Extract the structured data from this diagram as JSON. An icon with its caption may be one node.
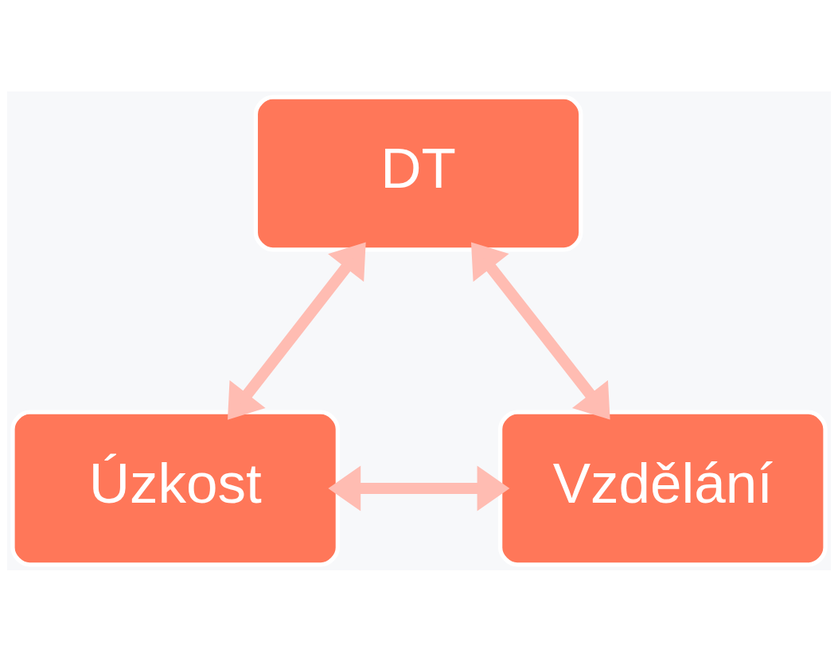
{
  "diagram": {
    "nodes": [
      {
        "text": [
          "DT"
        ]
      },
      {
        "text": [
          "Úzkost"
        ]
      },
      {
        "text": [
          "Vzdělání"
        ]
      }
    ],
    "edges": [
      {
        "from": 0,
        "to": 1,
        "arrow": "both"
      },
      {
        "from": 0,
        "to": 2,
        "arrow": "both"
      },
      {
        "from": 1,
        "to": 2,
        "arrow": "both"
      }
    ]
  }
}
